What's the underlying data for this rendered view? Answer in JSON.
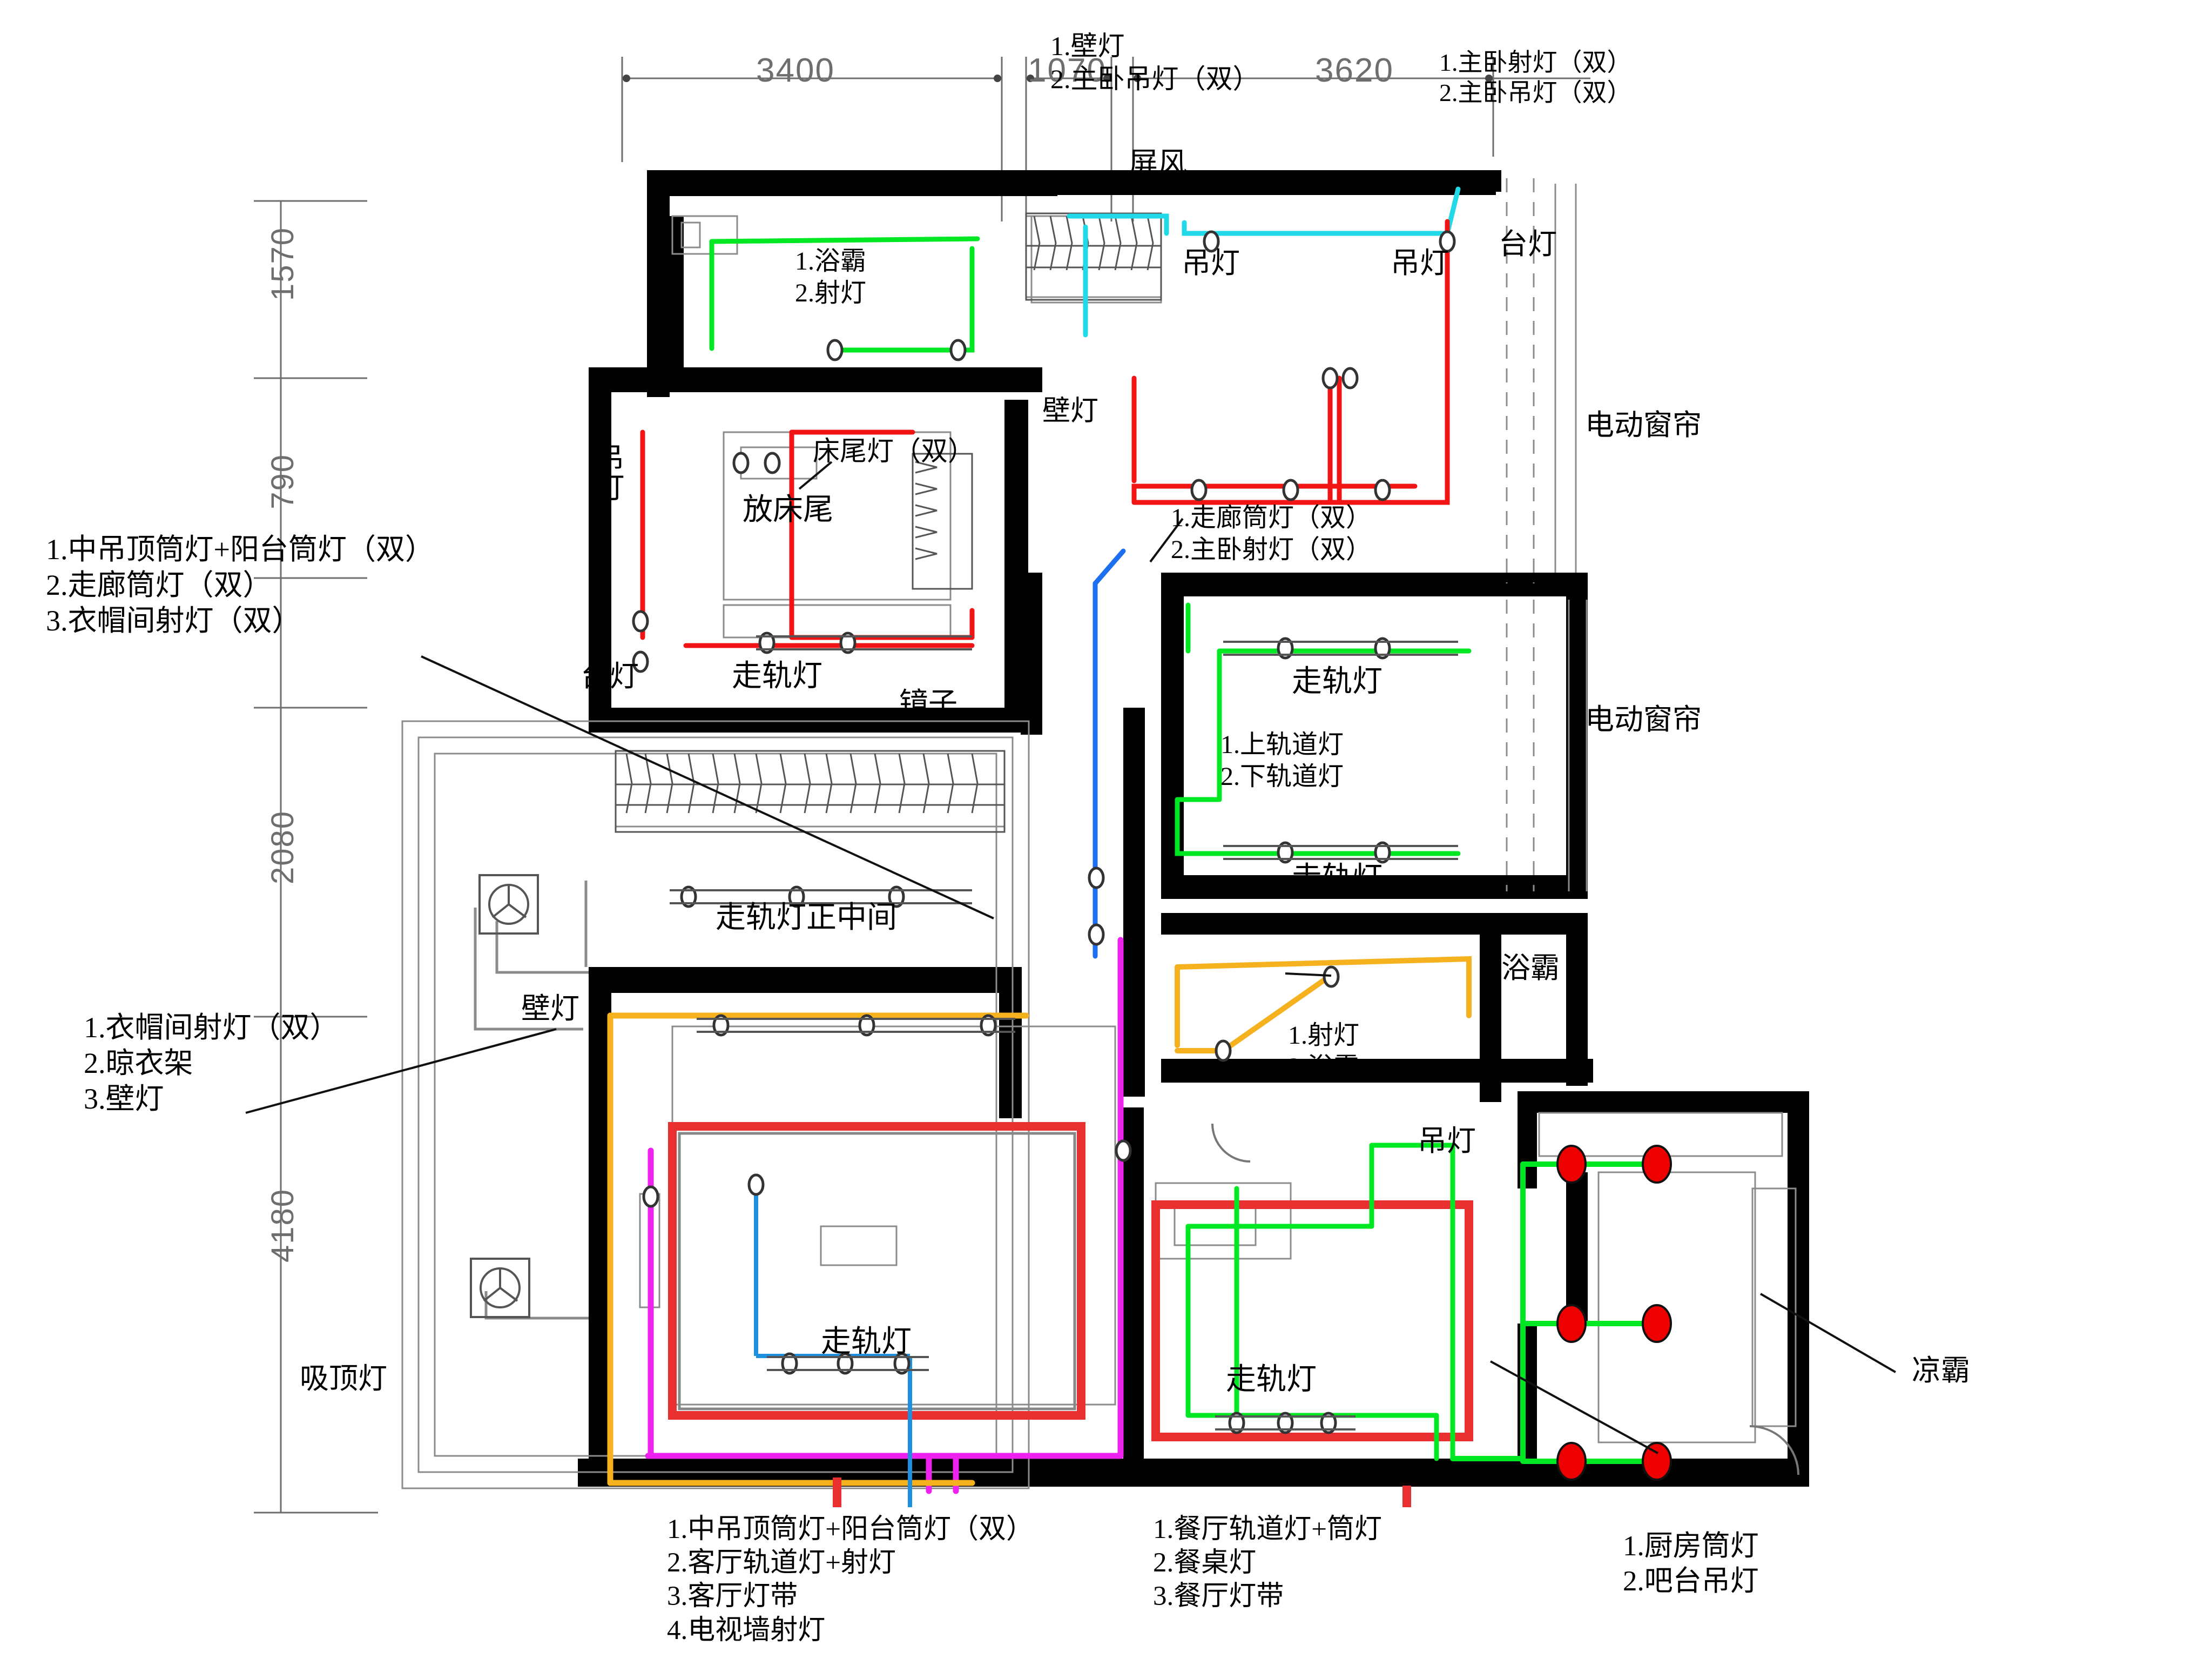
{
  "drawing": {
    "type": "floor-plan-lighting-layout",
    "language": "zh-CN"
  },
  "dimensions": {
    "horizontal": [
      {
        "value": "3400"
      },
      {
        "value": "1070"
      },
      {
        "value": "3620"
      }
    ],
    "vertical": [
      {
        "value": "1570"
      },
      {
        "value": "790"
      },
      {
        "value": "2080"
      },
      {
        "value": "4180"
      }
    ]
  },
  "annotations": {
    "top_center": "1.壁灯\n2.主卧吊灯（双）",
    "top_right": "1.主卧射灯（双）\n2.主卧吊灯（双）",
    "left_upper": "1.中吊顶筒灯+阳台筒灯（双）\n2.走廊筒灯（双）\n3.衣帽间射灯（双）",
    "left_lower": "1.衣帽间射灯（双）\n2.晾衣架\n3.壁灯",
    "bathroom_top": "1.浴霸\n2.射灯",
    "corridor": "1.走廊筒灯（双）\n2.主卧射灯（双）",
    "track_lights": "1.上轨道灯\n2.下轨道灯",
    "bathroom_lower": "1.射灯\n2.浴霸",
    "bottom_living": "1.中吊顶筒灯+阳台筒灯（双）\n2.客厅轨道灯+射灯\n3.客厅灯带\n4.电视墙射灯",
    "bottom_dining": "1.餐厅轨道灯+筒灯\n2.餐桌灯\n3.餐厅灯带",
    "bottom_kitchen": "1.厨房筒灯\n2.吧台吊灯"
  },
  "room_labels": {
    "screen": "屏风",
    "pendant_1": "吊灯",
    "pendant_2": "吊灯",
    "table_lamp_top": "台灯",
    "wall_lamp_top": "壁灯",
    "motor_curtain_1": "电动窗帘",
    "motor_curtain_2": "电动窗帘",
    "pendant_bedroom": "吊灯",
    "bed_end_lamp": "床尾灯（双）",
    "bed_end_place": "放床尾",
    "table_lamp_left": "台灯",
    "track_light_bed": "走轨灯",
    "mirror": "镜子",
    "track_light_center": "走轨灯正中间",
    "wall_lamp_left": "壁灯",
    "track_light_r1": "走轨灯",
    "track_light_r2": "走轨灯",
    "bath_heater": "浴霸",
    "pendant_dining": "吊灯",
    "ceiling_lamp": "吸顶灯",
    "track_light_living": "走轨灯",
    "track_light_dining": "走轨灯",
    "cool_blast": "凉霸"
  },
  "colors": {
    "wall": "#000000",
    "thin_line": "#7a7a7a",
    "circuit_green": "#00e824",
    "circuit_red": "#f01414",
    "circuit_cyan": "#22d9e8",
    "circuit_blue": "#1e6ff0",
    "circuit_magenta": "#ee22ee",
    "circuit_orange": "#f5b11e",
    "circuit_crimson": "#e83030",
    "fixture_red": "#ef0000",
    "dim_text": "#6e6e6e"
  }
}
